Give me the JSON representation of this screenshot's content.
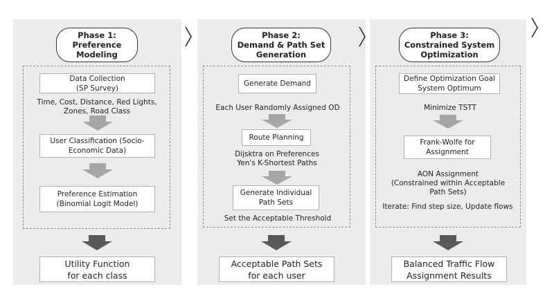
{
  "phase1": {
    "title": "Phase 1:\nPreference\nModeling",
    "step1": "Data Collection\n(SP Survey)",
    "note1": "Time, Cost, Distance, Red Lights,\nZones, Road Class",
    "step2": "User Classification (Socio-\nEconomic Data)",
    "step3": "Preference Estimation\n(Binomial Logit Model)",
    "output": "Utility Function\nfor each class"
  },
  "phase2": {
    "title": "Phase 2:\nDemand & Path Set\nGeneration",
    "step1": "Generate Demand",
    "note1": "Each User Randomly Assigned OD",
    "step2": "Route Planning",
    "note2": "Dijsktra on Preferences\nYen's K-Shortest Paths",
    "step3": "Generate Individual\nPath Sets",
    "note3": "Set the Acceptable Threshold",
    "output": "Acceptable Path Sets\nfor each user"
  },
  "phase3": {
    "title": "Phase 3:\nConstrained System\nOptimization",
    "step1": "Define Optimization Goal\nSystem Optimum",
    "note1": "Minimize TSTT",
    "step2": "Frank-Wolfe for\nAssignment",
    "note2": "AON Assignment\n(Constrained within Acceptable\nPath Sets)",
    "note3": "Iterate: Find step size, Update flows",
    "output": "Balanced Traffic Flow\nAssignment Results"
  },
  "colors": {
    "panel_bg": "#ececec",
    "light_arrow": "#a6a6a6",
    "dark_arrow": "#595959"
  },
  "icons": [
    "chevron-right-icon",
    "down-arrow-icon"
  ]
}
